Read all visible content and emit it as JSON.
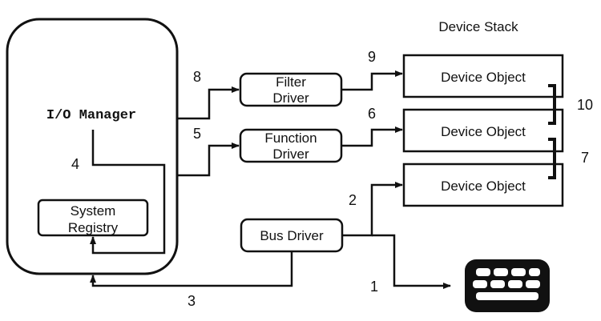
{
  "diagram": {
    "title": "Device Stack",
    "io_manager": "I/O Manager",
    "system_registry": [
      "System",
      "Registry"
    ],
    "filter_driver": [
      "Filter",
      "Driver"
    ],
    "function_driver": [
      "Function",
      "Driver"
    ],
    "bus_driver": "Bus Driver",
    "device_objects": [
      "Device Object",
      "Device Object",
      "Device Object"
    ],
    "steps": {
      "s1": "1",
      "s2": "2",
      "s3": "3",
      "s4": "4",
      "s5": "5",
      "s6": "6",
      "s7": "7",
      "s8": "8",
      "s9": "9",
      "s10": "10"
    },
    "keyboard_icon": "keyboard-icon"
  }
}
